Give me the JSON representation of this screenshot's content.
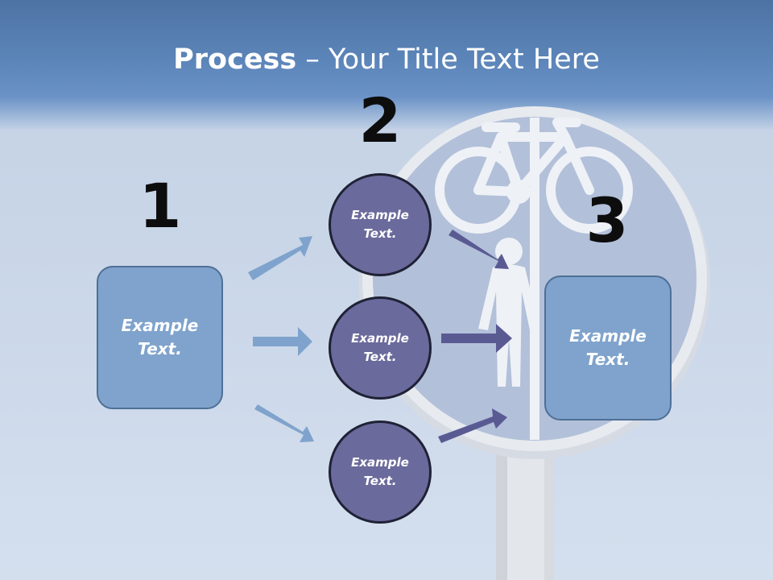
{
  "title": {
    "bold": "Process",
    "rest": " – Your Title Text Here"
  },
  "colors": {
    "header": "#5b84b8",
    "box_fill": "#7fa3cc",
    "box_border": "#4f6f96",
    "circle_fill": "#6b6a9c",
    "circle_border": "#1f2236",
    "arrow_light": "#7fa3cc",
    "arrow_dark": "#5a5a93"
  },
  "steps": [
    {
      "number": "1",
      "text": "Example\nText."
    },
    {
      "number": "2",
      "nodes": [
        "Example\nText.",
        "Example\nText.",
        "Example\nText."
      ]
    },
    {
      "number": "3",
      "text": "Example\nText."
    }
  ],
  "background": {
    "icon": "cycle-and-pedestrian-sign-icon"
  }
}
